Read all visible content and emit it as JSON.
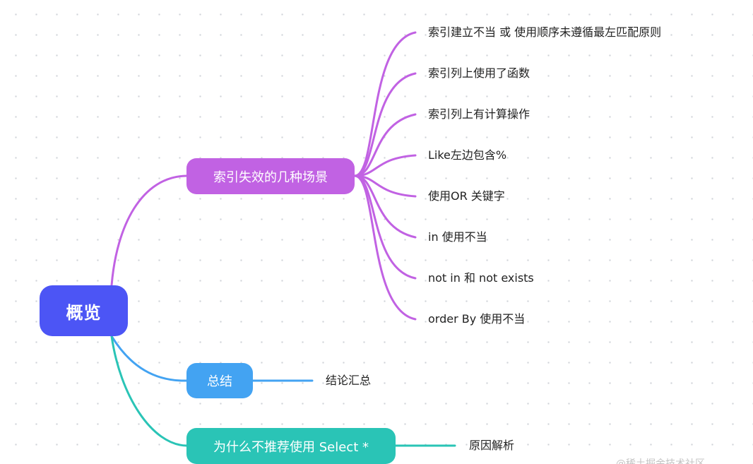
{
  "root": {
    "label": "概览"
  },
  "branches": [
    {
      "label": "索引失效的几种场景",
      "color": "#c162e3",
      "children": [
        "索引建立不当  或 使用顺序未遵循最左匹配原则",
        "索引列上使用了函数",
        "索引列上有计算操作",
        "Like左边包含%",
        "使用OR 关键字",
        "in 使用不当",
        "not in 和 not exists",
        "order By  使用不当"
      ]
    },
    {
      "label": "总结",
      "color": "#43a3f2",
      "children": [
        "结论汇总"
      ]
    },
    {
      "label": "为什么不推荐使用 Select *",
      "color": "#2ac4b6",
      "children": [
        "原因解析"
      ]
    }
  ],
  "colors": {
    "root": "#4c55f5",
    "background_dots": "#cfd2d8"
  },
  "watermark": "@稀土掘金技术社区"
}
